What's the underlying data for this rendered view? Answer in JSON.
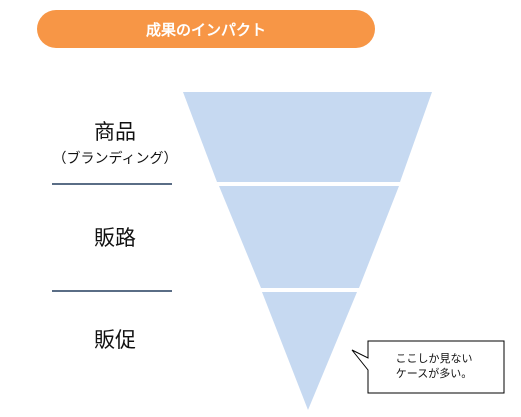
{
  "header": {
    "title": "成果のインパクト"
  },
  "tiers": [
    {
      "label": "商品",
      "sub": "（ブランディング）"
    },
    {
      "label": "販路"
    },
    {
      "label": "販促"
    }
  ],
  "callout": {
    "lines": [
      "ここしか見ない",
      "ケースが多い。"
    ]
  },
  "colors": {
    "header_bg": "#f79646",
    "funnel_fill": "#c6d9f1",
    "divider": "#5a6d86",
    "callout_border": "#000000"
  }
}
